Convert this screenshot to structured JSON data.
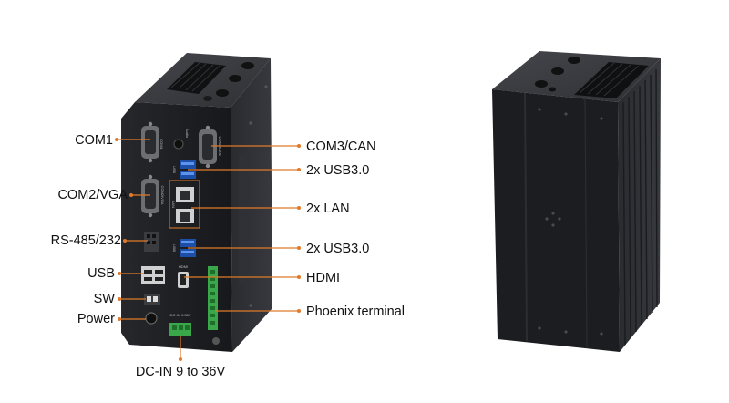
{
  "callouts_left": [
    {
      "id": "com1",
      "text": "COM1"
    },
    {
      "id": "com2-vga",
      "text": "COM2/VGA"
    },
    {
      "id": "rs485-232",
      "text": "RS-485/232"
    },
    {
      "id": "usb",
      "text": "USB"
    },
    {
      "id": "sw",
      "text": "SW"
    },
    {
      "id": "power",
      "text": "Power"
    }
  ],
  "callouts_right": [
    {
      "id": "com3-can",
      "text": "COM3/CAN"
    },
    {
      "id": "usb3-top",
      "text": "2x USB3.0"
    },
    {
      "id": "lan",
      "text": "2x LAN"
    },
    {
      "id": "usb3-bottom",
      "text": "2x USB3.0"
    },
    {
      "id": "hdmi",
      "text": "HDMI"
    },
    {
      "id": "phoenix",
      "text": "Phoenix terminal"
    }
  ],
  "callout_bottom": {
    "id": "dc-in",
    "text": "DC-IN 9 to 36V"
  },
  "panel_labels": {
    "com1": "COM1",
    "audio": "Audio",
    "com3": "COM3/CAN",
    "com2": "COM2/VGA",
    "usb_a": "USB",
    "usb_b": "USB",
    "lan": "LAN",
    "hdmi": "HDMI",
    "dcin": "DC-IN  9-36V"
  },
  "colors": {
    "leader_line": "#e07a2a",
    "device_front": "#1e1f22",
    "device_side": "#2c2d31",
    "device_top": "#3a3b40",
    "usb_blue": "#2f6fd6",
    "terminal_green": "#3aa84a"
  }
}
